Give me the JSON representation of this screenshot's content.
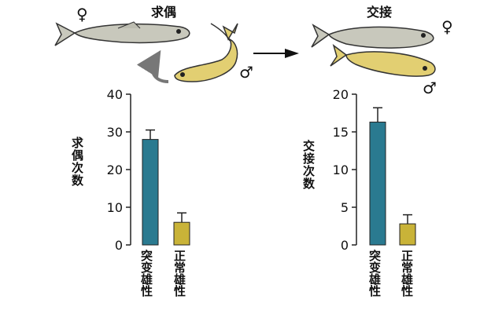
{
  "illustration": {
    "title_left": "求偶",
    "title_right": "交接",
    "female_symbol": "♀",
    "male_symbol": "♂",
    "colors": {
      "wild_fish": "#c8c8bc",
      "yellow_fish": "#e2cf72",
      "arrow": "#777777"
    },
    "icons": [
      "fish-icon",
      "curved-arrow-icon",
      "right-arrow-icon"
    ]
  },
  "chart_data": [
    {
      "type": "bar",
      "ylabel": "求偶次数",
      "categories": [
        "突变雄性",
        "正常雄性"
      ],
      "values": [
        28,
        6
      ],
      "error": [
        2.5,
        2.5
      ],
      "ylim": [
        0,
        40
      ],
      "yticks": [
        0,
        10,
        20,
        30,
        40
      ],
      "colors": [
        "#2a7a90",
        "#c9b338"
      ],
      "grid": false
    },
    {
      "type": "bar",
      "ylabel": "交接次数",
      "categories": [
        "突变雄性",
        "正常雄性"
      ],
      "values": [
        16.3,
        2.8
      ],
      "error": [
        1.9,
        1.2
      ],
      "ylim": [
        0,
        20
      ],
      "yticks": [
        0,
        5,
        10,
        15,
        20
      ],
      "colors": [
        "#2a7a90",
        "#c9b338"
      ],
      "grid": false
    }
  ]
}
